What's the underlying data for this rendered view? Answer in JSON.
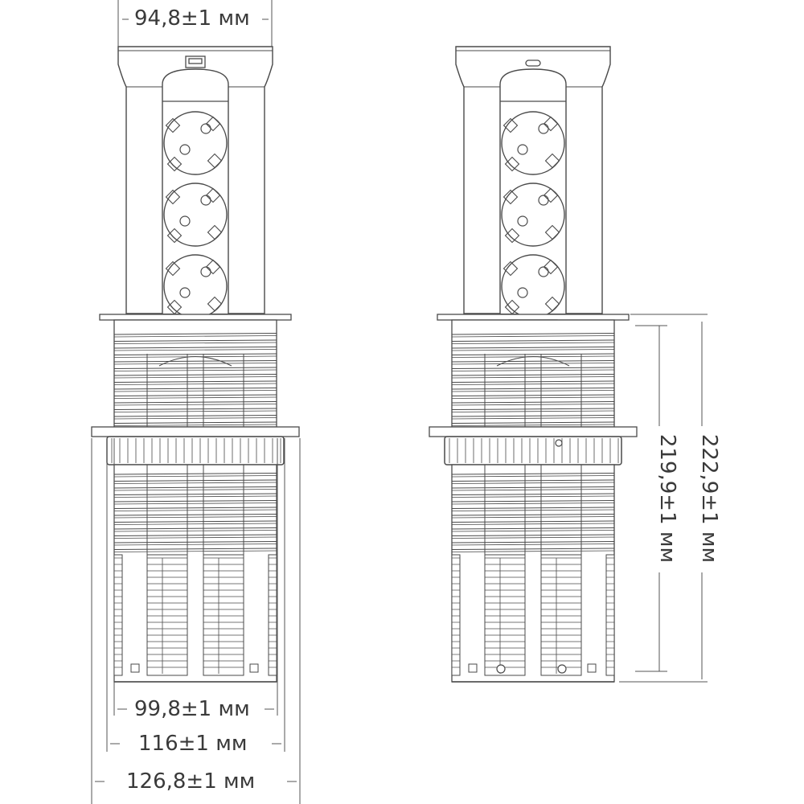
{
  "dimensions": {
    "top_width": "94,8±1 мм",
    "body_width": "99,8±1 мм",
    "ring_width": "116±1 мм",
    "collar_width": "126,8±1 мм",
    "inner_height": "219,9±1 мм",
    "total_height": "222,9±1 мм"
  },
  "views": [
    {
      "name": "front-view",
      "sockets": 3,
      "top_port": "usb-a"
    },
    {
      "name": "side-view",
      "sockets": 3,
      "top_port": "usb-c"
    }
  ],
  "colors": {
    "line": "#4a4a4a",
    "dim_line": "#555555",
    "text": "#3a3a3a"
  }
}
